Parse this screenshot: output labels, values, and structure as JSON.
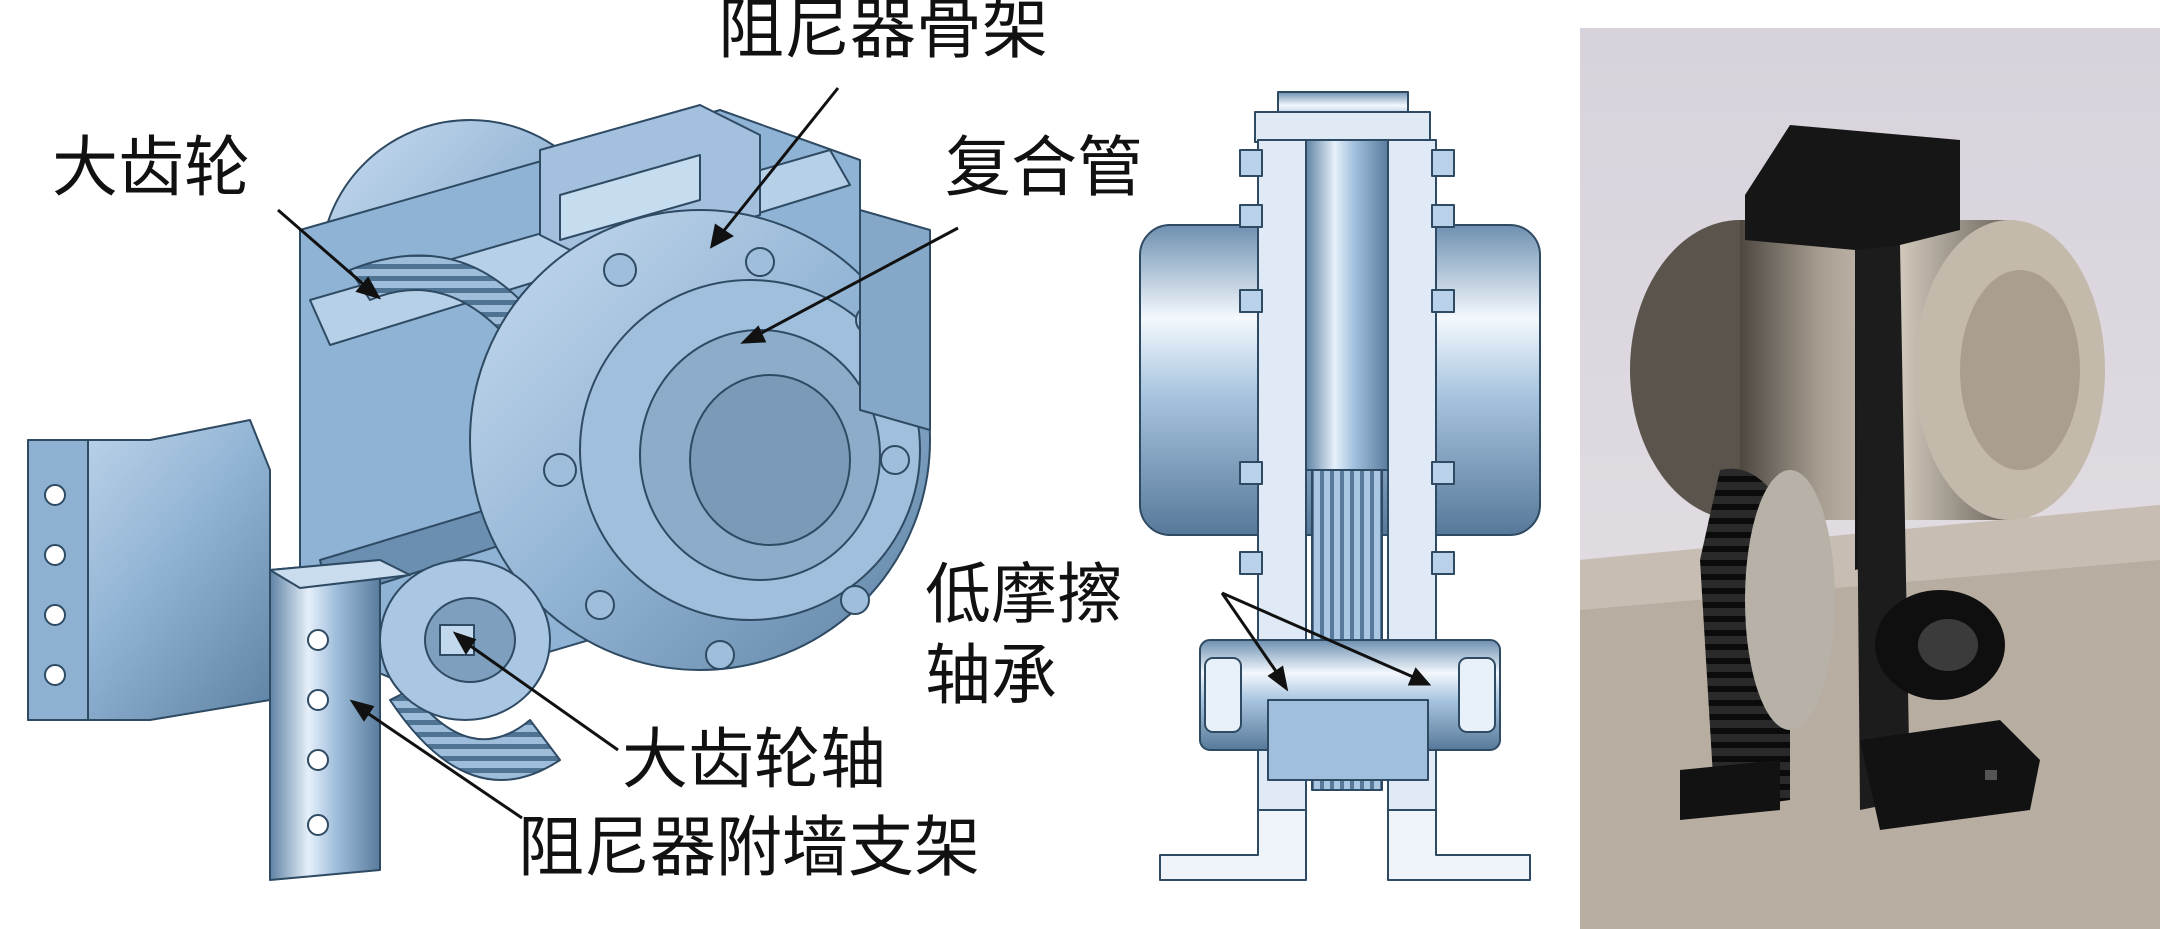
{
  "labels": {
    "damper_frame": "阻尼器骨架",
    "big_gear": "大齿轮",
    "composite_pipe": "复合管",
    "low_friction_bearing": "低摩擦\n轴承",
    "big_gear_shaft": "大齿轮轴",
    "damper_wall_bracket": "阻尼器附墙支架"
  },
  "colors": {
    "model_blue": "#8fb3d3",
    "model_light": "#c4dbee",
    "model_dark": "#5c7f9f",
    "photo_wall": "#ddd6dd",
    "photo_floor": "#b9aea2",
    "photo_black": "#161616",
    "photo_metal": "#8d8577"
  }
}
